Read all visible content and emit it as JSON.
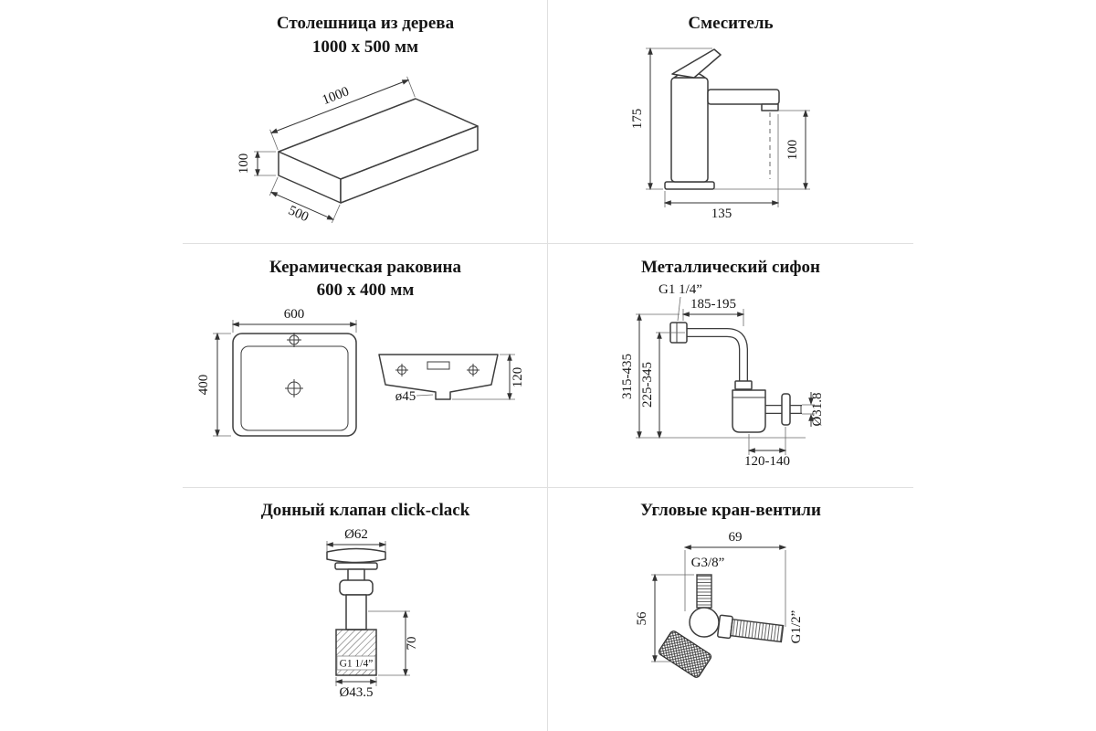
{
  "panels": {
    "countertop": {
      "title": "Столешница из дерева",
      "subtitle": "1000 x 500 мм",
      "dim_length": "1000",
      "dim_thickness": "100",
      "dim_depth": "500"
    },
    "mixer": {
      "title": "Смеситель",
      "dim_height": "175",
      "dim_spout_height": "100",
      "dim_base_width": "135"
    },
    "sink": {
      "title": "Керамическая раковина",
      "subtitle": "600 x 400 мм",
      "dim_width": "600",
      "dim_depth": "400",
      "dim_height": "120",
      "dim_drain": "ø45"
    },
    "siphon": {
      "title": "Металлический сифон",
      "dim_thread": "G1 1/4”",
      "dim_horizontal": "185-195",
      "dim_height_max": "315-435",
      "dim_height_min": "225-345",
      "dim_diameter": "Ø31.8",
      "dim_wall": "120-140"
    },
    "clickclack": {
      "title": "Донный клапан click-clack",
      "dim_cap": "Ø62",
      "dim_height": "70",
      "dim_thread": "G1 1/4”",
      "dim_base": "Ø43.5"
    },
    "angle_valves": {
      "title": "Угловые кран-вентили",
      "dim_width": "69",
      "dim_inlet": "G3/8”",
      "dim_outlet": "G1/2”",
      "dim_height": "56"
    }
  }
}
